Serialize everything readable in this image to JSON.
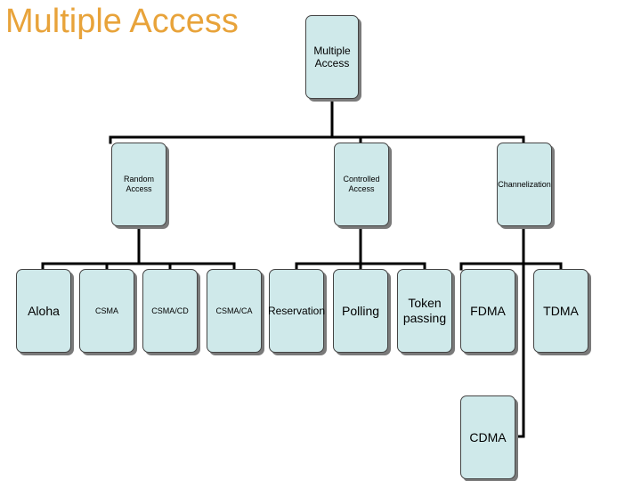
{
  "title": "Multiple Access",
  "root": "Multiple\nAccess",
  "categories": [
    "Random\nAccess",
    "Controlled\nAccess",
    "Channelization"
  ],
  "leaves": [
    {
      "label": "Aloha",
      "parent": 0
    },
    {
      "label": "CSMA",
      "parent": 0
    },
    {
      "label": "CSMA/CD",
      "parent": 0
    },
    {
      "label": "CSMA/CA",
      "parent": 0
    },
    {
      "label": "Reservation",
      "parent": 1
    },
    {
      "label": "Polling",
      "parent": 1
    },
    {
      "label": "Token\npassing",
      "parent": 1
    },
    {
      "label": "FDMA",
      "parent": 2
    },
    {
      "label": "TDMA",
      "parent": 2
    },
    {
      "label": "CDMA",
      "parent": 2
    }
  ]
}
